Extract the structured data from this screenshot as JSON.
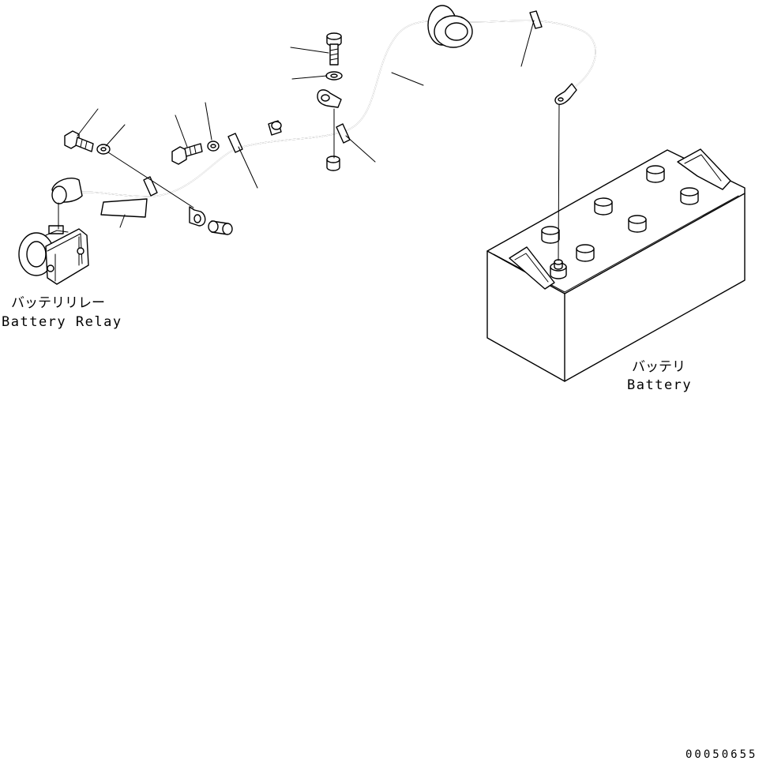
{
  "labels": {
    "battery_relay_jp": "バッテリリレー",
    "battery_relay_en": "Battery Relay",
    "battery_jp": "バッテリ",
    "battery_en": "Battery"
  },
  "drawing_number": "00050655"
}
